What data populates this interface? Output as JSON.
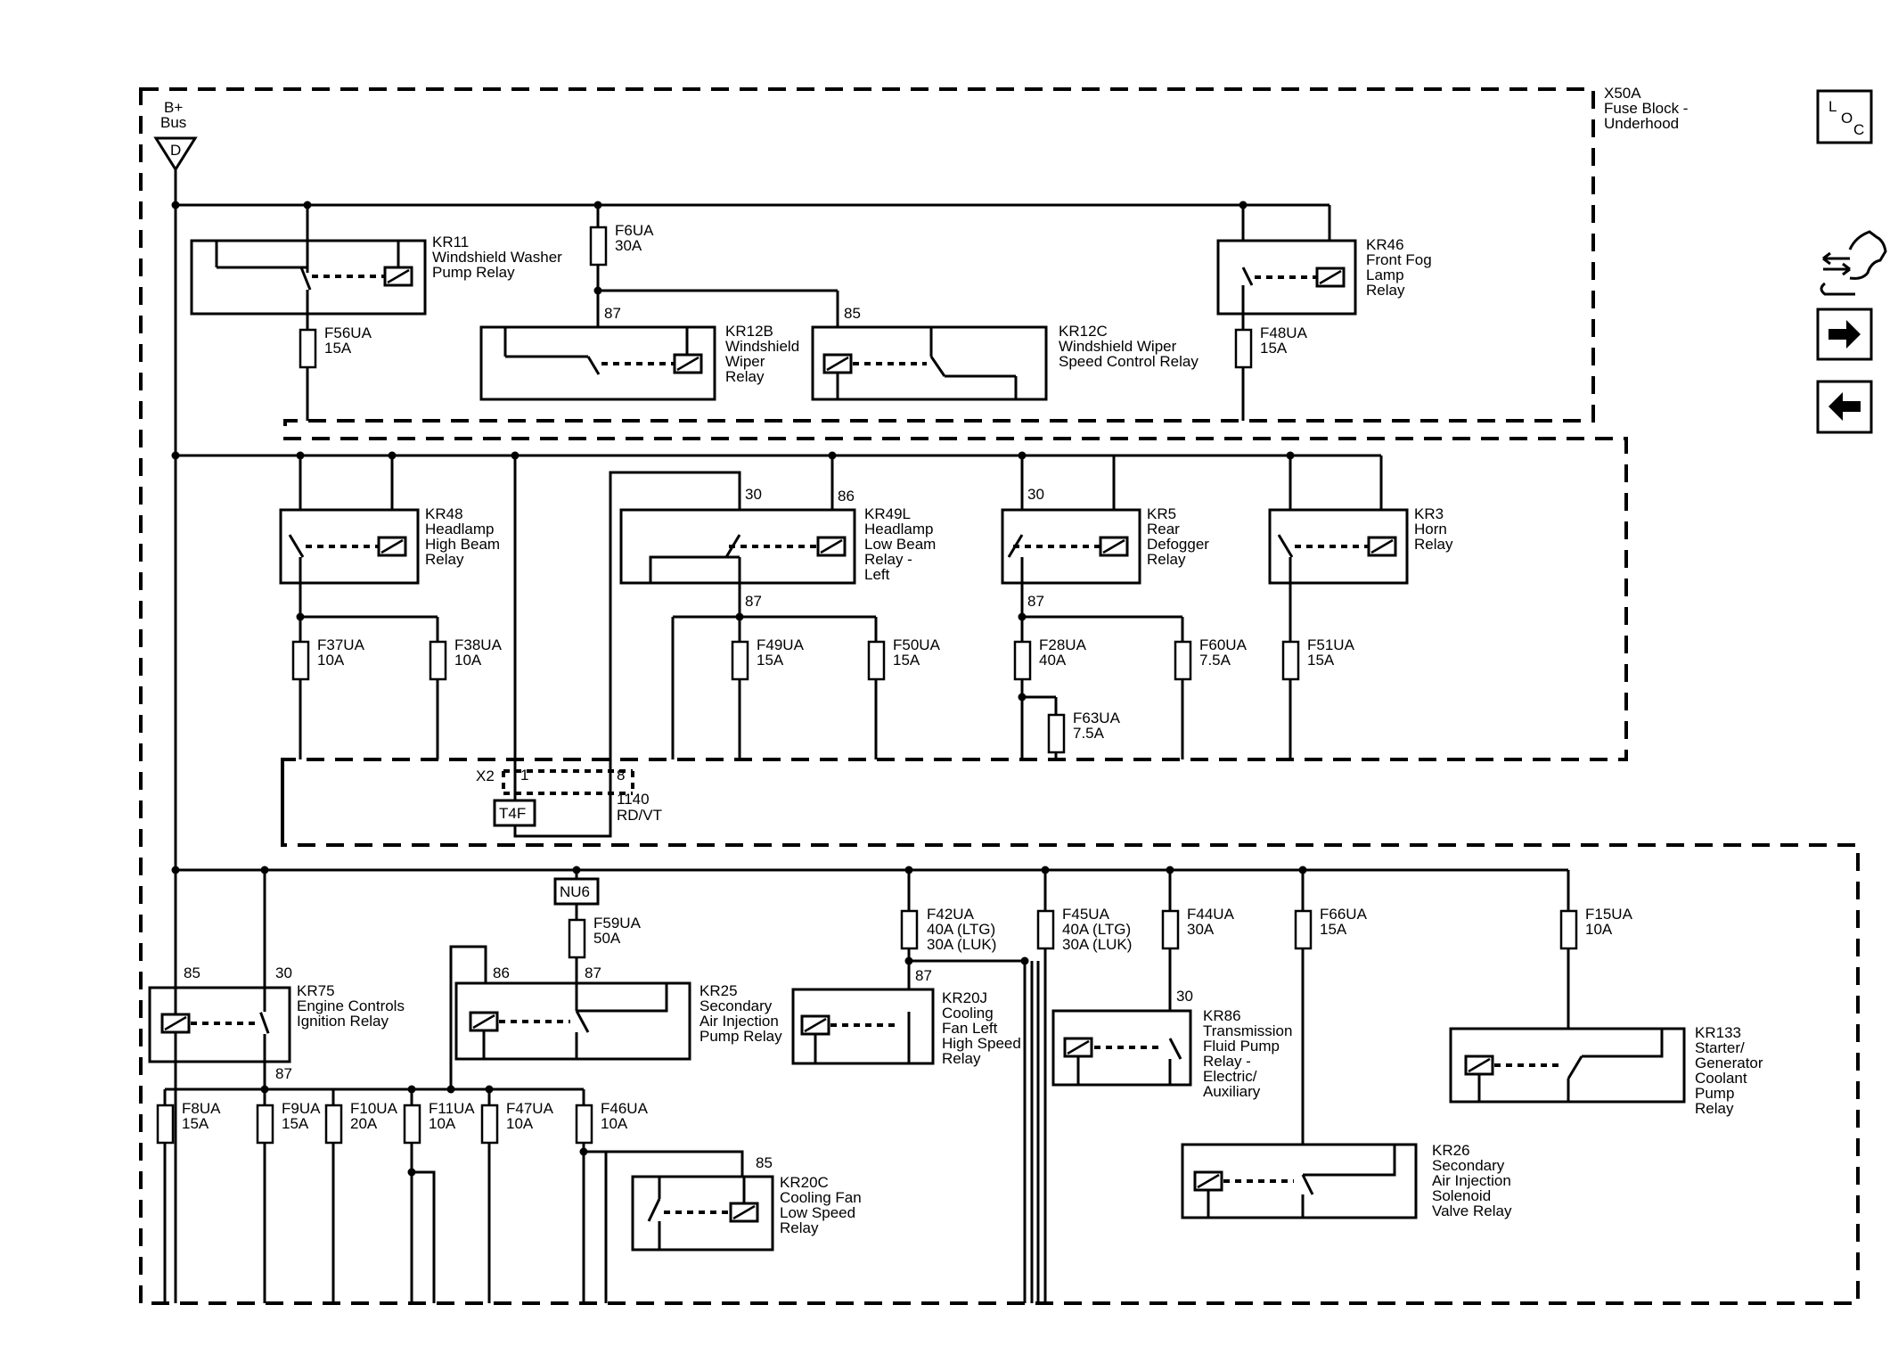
{
  "source": {
    "label_line1": "B+",
    "label_line2": "Bus",
    "connector": "D"
  },
  "fuse_block": {
    "ref": "X50A",
    "name_line1": "Fuse Block -",
    "name_line2": "Underhood"
  },
  "nav": {
    "loc_l": "L",
    "loc_o": "O",
    "loc_c": "C"
  },
  "relays": {
    "kr11": [
      "KR11",
      "Windshield Washer",
      "Pump Relay"
    ],
    "kr12b": [
      "KR12B",
      "Windshield",
      "Wiper",
      "Relay"
    ],
    "kr12c": [
      "KR12C",
      "Windshield Wiper",
      "Speed Control Relay"
    ],
    "kr46": [
      "KR46",
      "Front Fog",
      "Lamp",
      "Relay"
    ],
    "kr48": [
      "KR48",
      "Headlamp",
      "High Beam",
      "Relay"
    ],
    "kr49l": [
      "KR49L",
      "Headlamp",
      "Low Beam",
      "Relay -",
      "Left"
    ],
    "kr5": [
      "KR5",
      "Rear",
      "Defogger",
      "Relay"
    ],
    "kr3": [
      "KR3",
      "Horn",
      "Relay"
    ],
    "kr75": [
      "KR75",
      "Engine Controls",
      "Ignition Relay"
    ],
    "kr25": [
      "KR25",
      "Secondary",
      "Air Injection",
      "Pump Relay"
    ],
    "kr20j": [
      "KR20J",
      "Cooling",
      "Fan Left",
      "High Speed",
      "Relay"
    ],
    "kr86": [
      "KR86",
      "Transmission",
      "Fluid Pump",
      "Relay -",
      "Electric/",
      "Auxiliary"
    ],
    "kr133": [
      "KR133",
      "Starter/",
      "Generator",
      "Coolant",
      "Pump",
      "Relay"
    ],
    "kr20c": [
      "KR20C",
      "Cooling Fan",
      "Low Speed",
      "Relay"
    ],
    "kr26": [
      "KR26",
      "Secondary",
      "Air Injection",
      "Solenoid",
      "Valve Relay"
    ]
  },
  "fuses": {
    "f6ua": [
      "F6UA",
      "30A"
    ],
    "f56ua": [
      "F56UA",
      "15A"
    ],
    "f48ua": [
      "F48UA",
      "15A"
    ],
    "f37ua": [
      "F37UA",
      "10A"
    ],
    "f38ua": [
      "F38UA",
      "10A"
    ],
    "f49ua": [
      "F49UA",
      "15A"
    ],
    "f50ua": [
      "F50UA",
      "15A"
    ],
    "f28ua": [
      "F28UA",
      "40A"
    ],
    "f60ua": [
      "F60UA",
      "7.5A"
    ],
    "f63ua": [
      "F63UA",
      "7.5A"
    ],
    "f51ua": [
      "F51UA",
      "15A"
    ],
    "f59ua": [
      "F59UA",
      "50A"
    ],
    "f42ua": [
      "F42UA",
      "40A (LTG)",
      "30A (LUK)"
    ],
    "f45ua": [
      "F45UA",
      "40A (LTG)",
      "30A (LUK)"
    ],
    "f44ua": [
      "F44UA",
      "30A"
    ],
    "f66ua": [
      "F66UA",
      "15A"
    ],
    "f15ua": [
      "F15UA",
      "10A"
    ],
    "f8ua": [
      "F8UA",
      "15A"
    ],
    "f9ua": [
      "F9UA",
      "15A"
    ],
    "f10ua": [
      "F10UA",
      "20A"
    ],
    "f11ua": [
      "F11UA",
      "10A"
    ],
    "f47ua": [
      "F47UA",
      "10A"
    ],
    "f46ua": [
      "F46UA",
      "10A"
    ]
  },
  "pins": {
    "kr12b_87": "87",
    "kr12c_85": "85",
    "kr49l_30": "30",
    "kr49l_86": "86",
    "kr49l_87": "87",
    "kr5_30": "30",
    "kr5_87": "87",
    "kr75_85": "85",
    "kr75_30": "30",
    "kr75_87": "87",
    "kr25_86": "86",
    "kr25_87": "87",
    "kr20j_87": "87",
    "kr86_30": "30",
    "kr20c_85": "85"
  },
  "connector_x2": {
    "ref": "X2",
    "pin_a": "1",
    "pin_b": "8",
    "circuit": "1140",
    "color": "RD/VT"
  },
  "splices": {
    "t4f": "T4F",
    "nu6": "NU6"
  }
}
